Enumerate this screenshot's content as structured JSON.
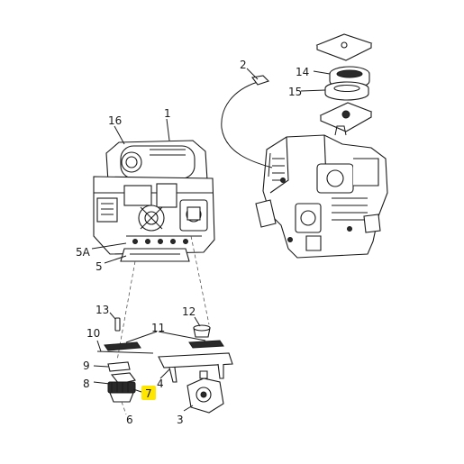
{
  "labels": {
    "l1": "1",
    "l2": "2",
    "l3": "3",
    "l4": "4",
    "l5": "5",
    "l5a": "5A",
    "l6": "6",
    "l7": "7",
    "l8": "8",
    "l9": "9",
    "l10": "10",
    "l11": "11",
    "l12": "12",
    "l13": "13",
    "l14": "14",
    "l15": "15",
    "l16": "16"
  },
  "highlight": {
    "label": "7",
    "color": "#ffe600"
  }
}
